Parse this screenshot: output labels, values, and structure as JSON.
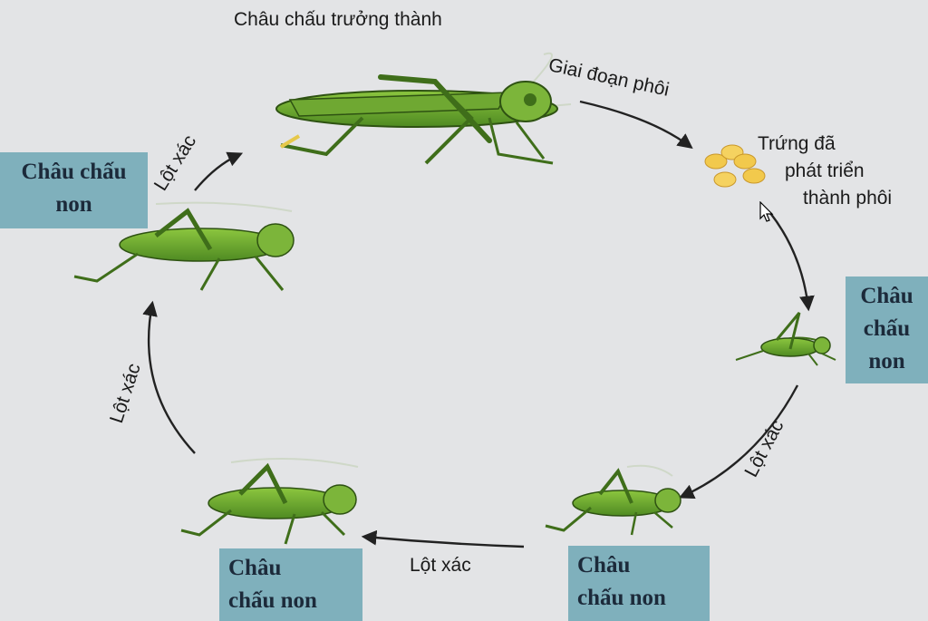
{
  "diagram": {
    "adult_label": "Châu chấu trưởng thành",
    "embryo_stage_label": "Giai đoạn phôi",
    "eggs_label_lines": [
      "Trứng đã",
      "phát triển",
      "thành phôi"
    ],
    "nymph_boxes": {
      "right": [
        "Châu",
        "chấu",
        "non"
      ],
      "bottom_right": [
        "Châu",
        "chấu non"
      ],
      "bottom_left": [
        "Châu",
        "chấu non"
      ],
      "top_left": [
        "Châu chấu",
        "non"
      ]
    },
    "molt_labels": {
      "right": "Lột xác",
      "bottom": "Lột xác",
      "left": "Lột xác",
      "top_left": "Lột xác"
    },
    "colors": {
      "background": "#e3e4e6",
      "label_box": "#7fb0bc",
      "grasshopper_body": "#6fa832",
      "grasshopper_dark": "#3f6e1a",
      "egg": "#f2c94c",
      "arrow": "#222222"
    }
  }
}
